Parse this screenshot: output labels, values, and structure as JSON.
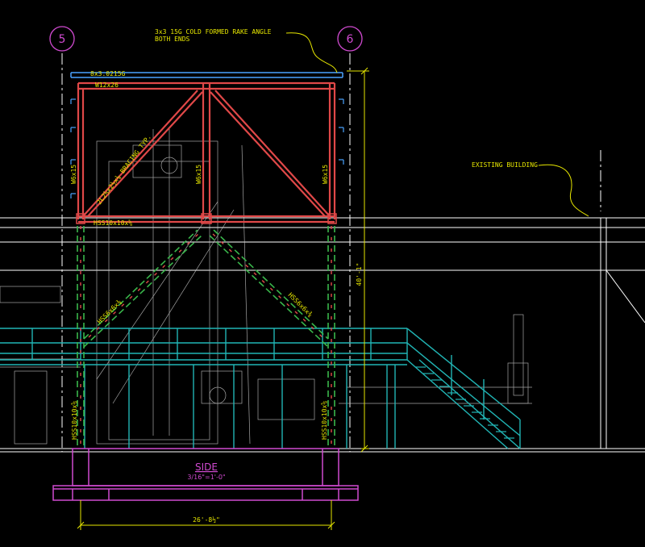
{
  "drawing": {
    "view_title": "SIDE",
    "scale": "3/16\"=1'-0\"",
    "grid_lines": [
      "5",
      "6"
    ],
    "notes": {
      "rake_angle_line1": "3x3 15G COLD FORMED RAKE ANGLE",
      "rake_angle_line2": "BOTH ENDS",
      "existing_building": "EXISTING BUILDING"
    },
    "members": {
      "roof_deck": "8x3.0215G",
      "top_beam": "W12x26",
      "column_left": "W6x15",
      "column_mid": "W6x15",
      "column_right": "W6x15",
      "bracing_upper": "2L2½x2½x¼ BRACING TYP.",
      "mid_beam": "HSS10x10x⅝",
      "brace_left": "HSS6x6x⅜",
      "brace_right": "HSS6x6x⅜",
      "base_col_left": "HSS10x10x⅝",
      "base_col_right": "HSS10x10x⅝"
    },
    "dimensions": {
      "height": "40'-1\"",
      "width": "26'-8½\""
    },
    "colors": {
      "background": "#000000",
      "steel": "#e04848",
      "hidden": "#39b64b",
      "existing": "#21b5b5",
      "text": "#e6e600",
      "foundation": "#d04ad0",
      "linework": "#ffffff",
      "roof": "#4aa3ff"
    }
  }
}
